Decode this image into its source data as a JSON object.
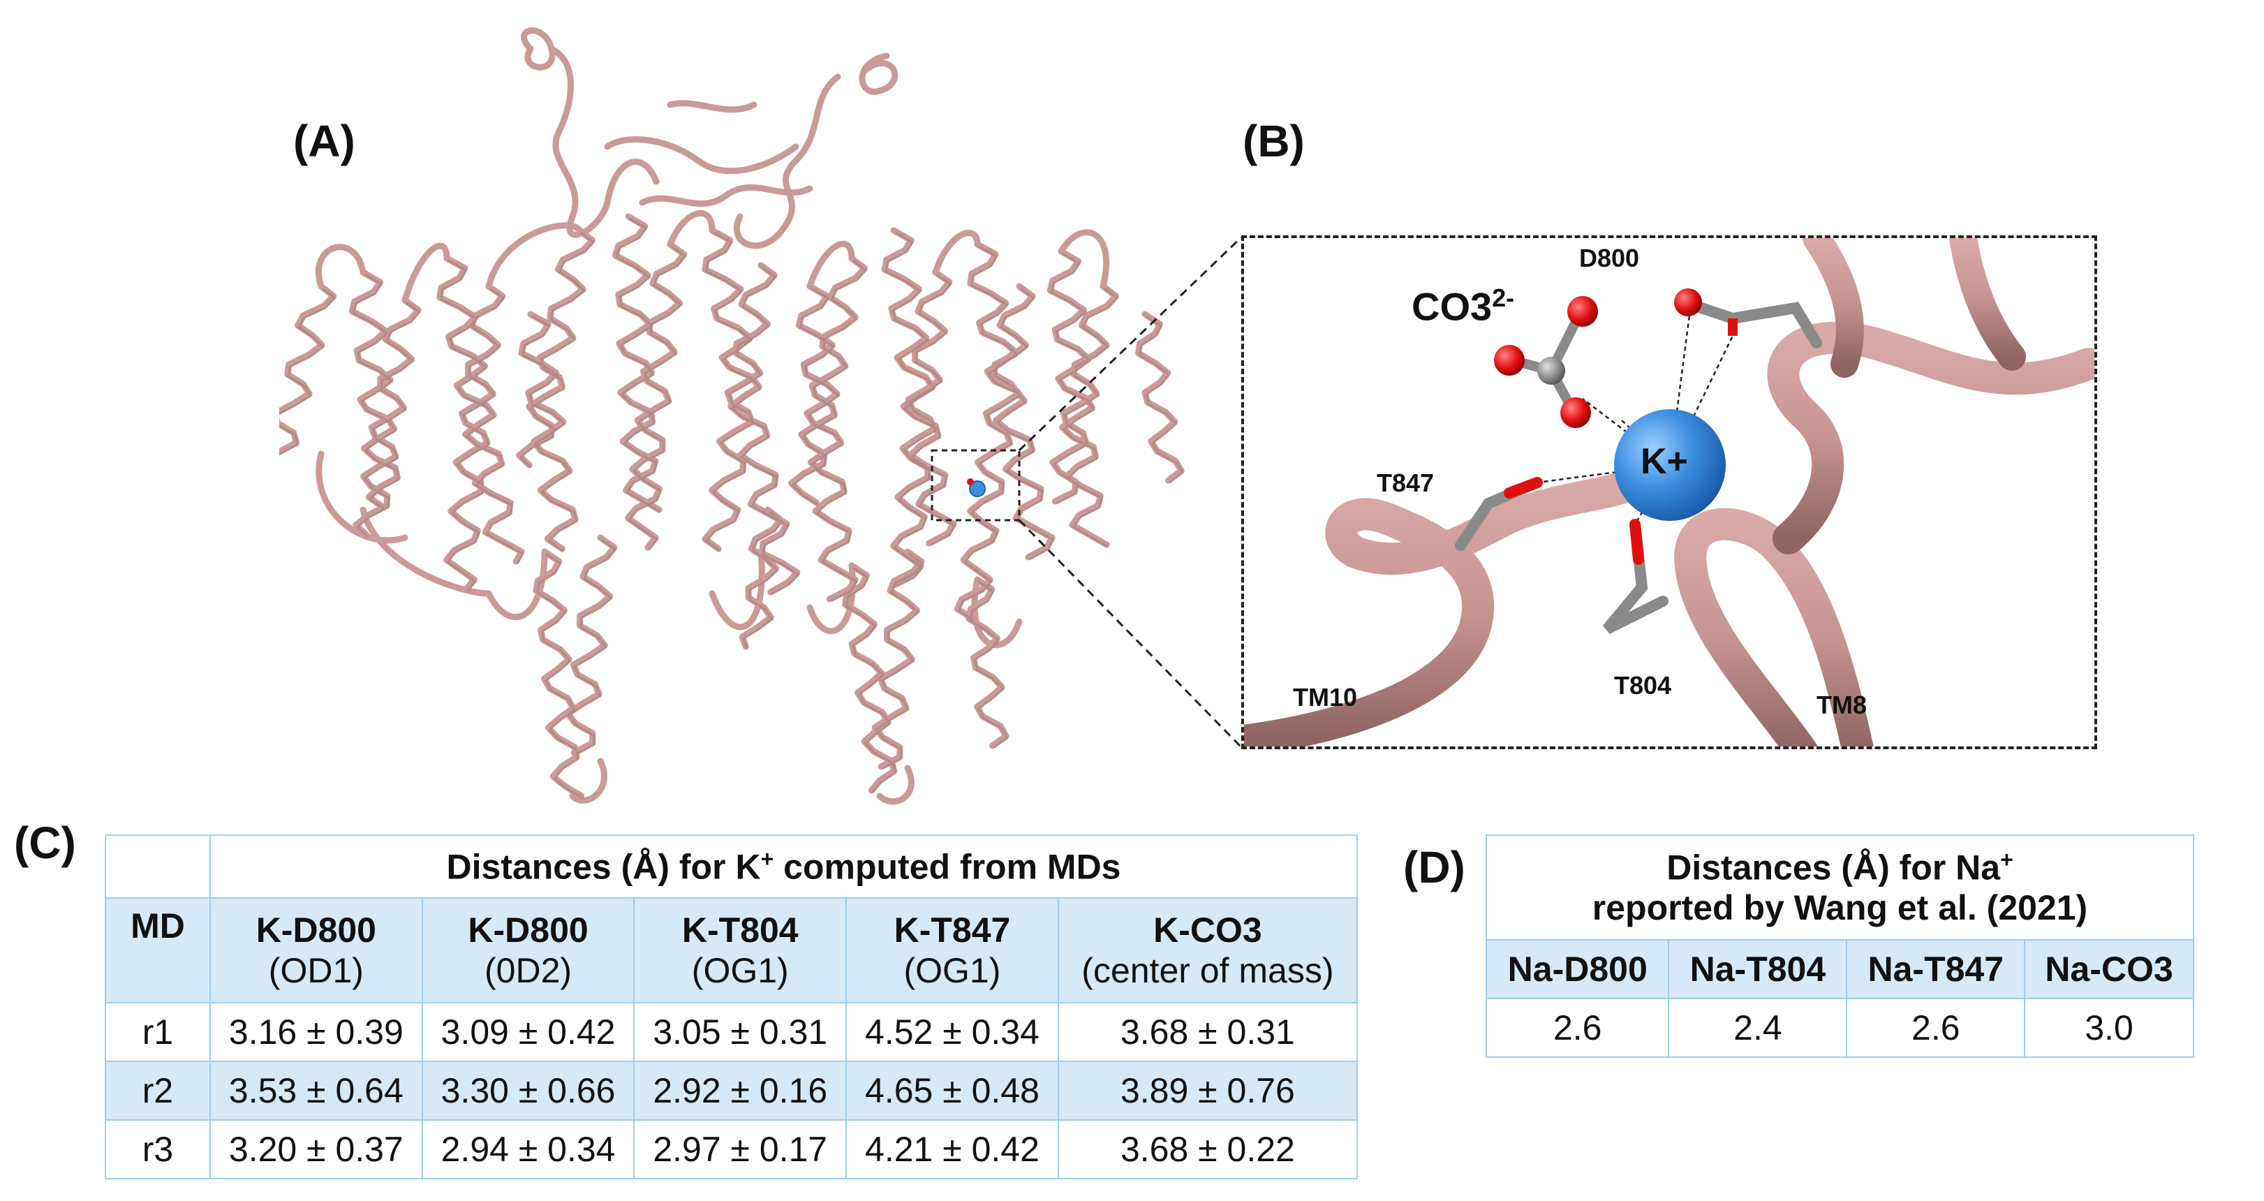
{
  "panels": {
    "a": "(A)",
    "b": "(B)",
    "c": "(C)",
    "d": "(D)"
  },
  "zoom_labels": {
    "co3": "CO3",
    "co3_charge": "2-",
    "ion": "K+",
    "d800": "D800",
    "t847": "T847",
    "t804": "T804",
    "tm10": "TM10",
    "tm8": "TM8"
  },
  "colors": {
    "ribbon": "#c99a98",
    "ribbon_dark": "#8f6462",
    "ion": "#3d8fe0",
    "oxygen": "#e01010",
    "carbon": "#8a8a8a",
    "table_border": "#9ecde8",
    "table_highlight": "#d6e9f6"
  },
  "table_c": {
    "title_pre": "Distances (Å) for K",
    "title_sup": "+",
    "title_post": " computed from MDs",
    "headers": [
      {
        "main": "MD",
        "sub": ""
      },
      {
        "main": "K-D800",
        "sub": "(OD1)"
      },
      {
        "main": "K-D800",
        "sub": "(0D2)"
      },
      {
        "main": "K-T804",
        "sub": "(OG1)"
      },
      {
        "main": "K-T847",
        "sub": "(OG1)"
      },
      {
        "main": "K-CO3",
        "sub": "(center of mass)"
      }
    ],
    "rows": [
      [
        "r1",
        "3.16 ± 0.39",
        "3.09 ± 0.42",
        "3.05 ± 0.31",
        "4.52 ± 0.34",
        "3.68 ± 0.31"
      ],
      [
        "r2",
        "3.53 ± 0.64",
        "3.30 ± 0.66",
        "2.92 ± 0.16",
        "4.65 ± 0.48",
        "3.89 ± 0.76"
      ],
      [
        "r3",
        "3.20 ± 0.37",
        "2.94 ± 0.34",
        "2.97 ± 0.17",
        "4.21 ± 0.42",
        "3.68 ± 0.22"
      ]
    ]
  },
  "table_d": {
    "title_line1_pre": "Distances (Å) for Na",
    "title_line1_sup": "+",
    "title_line2": "reported by Wang et al. (2021)",
    "headers": [
      "Na-D800",
      "Na-T804",
      "Na-T847",
      "Na-CO3"
    ],
    "values": [
      "2.6",
      "2.4",
      "2.6",
      "3.0"
    ]
  }
}
